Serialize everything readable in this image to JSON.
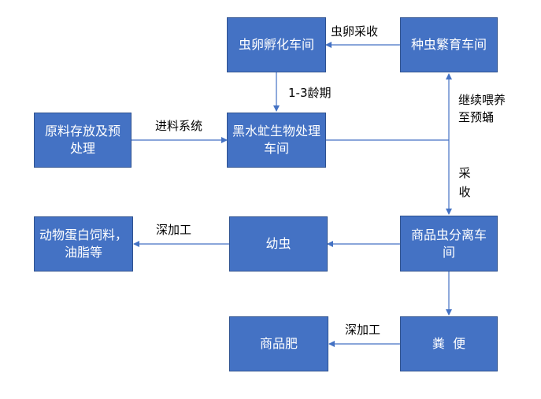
{
  "nodes": {
    "hatch": "虫卵孵化车间",
    "breeding": "种虫繁育车间",
    "raw": "原料存放及预处理",
    "bsf": "黑水虻生物处理车间",
    "separation": "商品虫分离车间",
    "larvae": "幼虫",
    "protein": "动物蛋白饲料，油脂等",
    "fertilizer": "商品肥",
    "frass": "粪  便"
  },
  "edge_labels": {
    "egg_collect": "虫卵采收",
    "age": "1-3龄期",
    "feed_system": "进料系统",
    "feed_pupa": "继续喂养至预蛹",
    "harvest": "采收",
    "deep_proc_1": "深加工",
    "deep_proc_2": "深加工"
  },
  "colors": {
    "node_fill": "#4472c4",
    "node_border": "#2f528f",
    "node_text": "#ffffff",
    "arrow": "#4472c4"
  }
}
